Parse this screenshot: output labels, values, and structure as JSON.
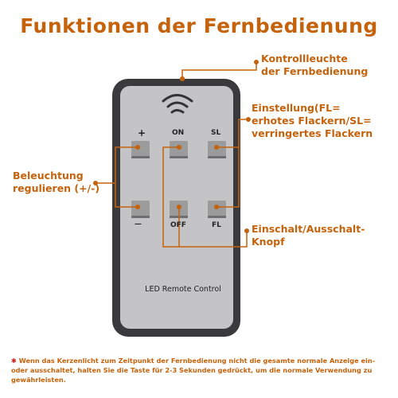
{
  "title": "Funktionen der Fernbedienung",
  "labels": {
    "indicator": [
      "Kontrollleuchte",
      "der Fernbedienung"
    ],
    "setting": [
      "Einstellung(FL=",
      "erhotes Flackern/SL=",
      "verringertes Flackern"
    ],
    "brightness": [
      "Beleuchtung",
      "regulieren (+/-)"
    ],
    "power": [
      "Einschalt/Ausschalt-",
      "Knopf"
    ]
  },
  "remote": {
    "brand_text": "LED Remote Control",
    "buttons": {
      "plus": "+",
      "on": "ON",
      "sl": "SL",
      "minus": "—",
      "off": "OFF",
      "fl": "FL"
    }
  },
  "note": {
    "star": "✱",
    "text": "Wenn das Kerzenlicht zum Zeitpunkt der Fernbedienung nicht die gesamte normale Anzeige ein- oder ausschaltet, halten Sie die Taste für 2-3 Sekunden gedrückt, um die normale Verwendung zu gewährleisten."
  },
  "colors": {
    "accent": "#c5620c",
    "remote_body": "#c4c4c6",
    "remote_frame": "#3a3a3c",
    "button": "#9b9b9b"
  }
}
